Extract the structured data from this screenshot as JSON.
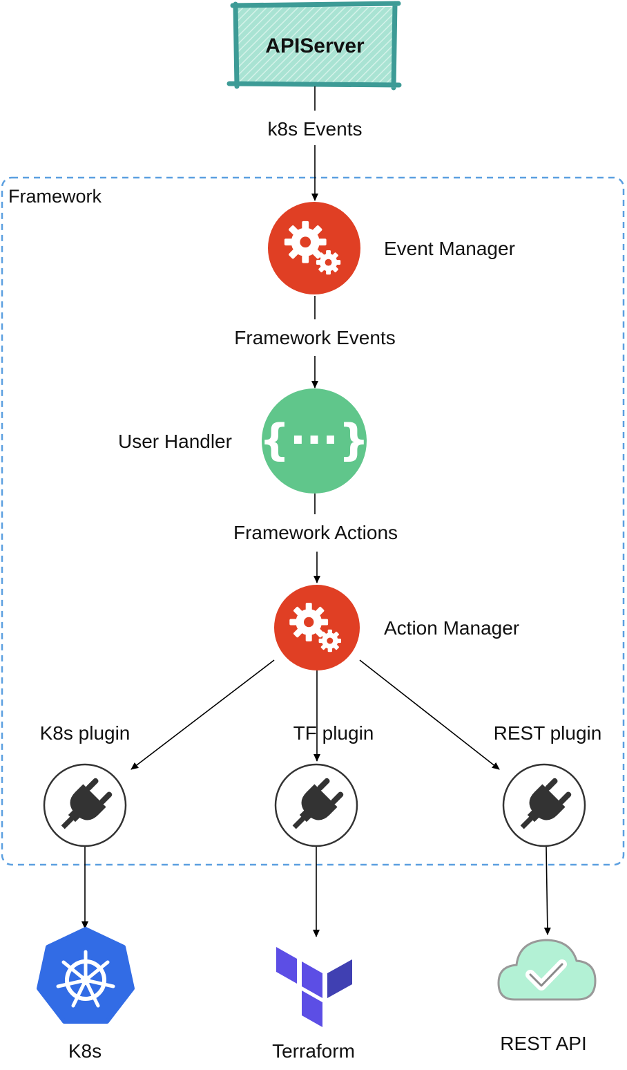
{
  "apiserver": {
    "label": "APIServer"
  },
  "edges": {
    "k8s_events": "k8s Events",
    "framework_events": "Framework Events",
    "framework_actions": "Framework Actions"
  },
  "framework": {
    "label": "Framework"
  },
  "event_manager": {
    "label": "Event Manager",
    "icon": "gears-icon"
  },
  "user_handler": {
    "label": "User Handler",
    "icon": "code-braces-icon"
  },
  "action_manager": {
    "label": "Action Manager",
    "icon": "gears-icon"
  },
  "plugins": [
    {
      "label": "K8s plugin",
      "icon": "plug-icon"
    },
    {
      "label": "TF plugin",
      "icon": "plug-icon"
    },
    {
      "label": "REST plugin",
      "icon": "plug-icon"
    }
  ],
  "targets": [
    {
      "label": "K8s",
      "icon": "kubernetes-icon"
    },
    {
      "label": "Terraform",
      "icon": "terraform-icon"
    },
    {
      "label": "REST API",
      "icon": "cloud-check-icon"
    }
  ],
  "colors": {
    "apiserver_fill": "#a9e3d3",
    "apiserver_border": "#3d9b96",
    "framework_border": "#5b9fe0",
    "manager_red": "#e03f24",
    "handler_green": "#60c68b",
    "kubernetes_blue": "#326ce5",
    "terraform_purple": "#5c4ee5",
    "cloud_green": "#b3f1d5"
  }
}
